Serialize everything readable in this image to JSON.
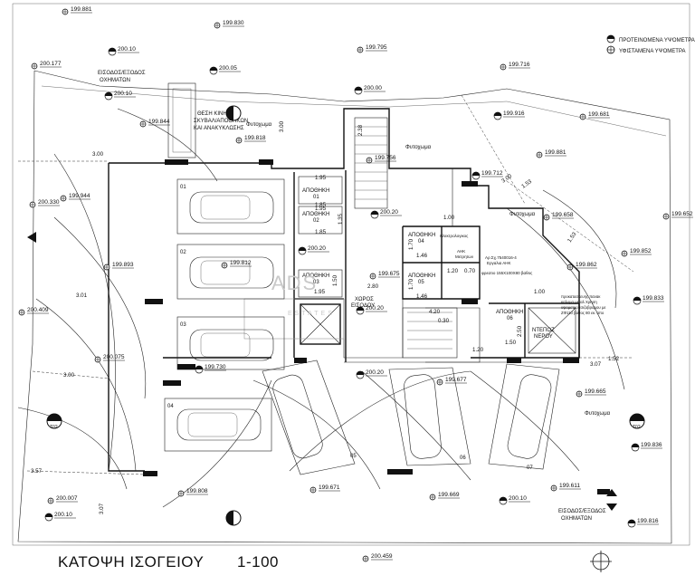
{
  "title": "ΚΑΤΟΨΗ ΙΣΟΓΕΙΟΥ",
  "scale": "1-100",
  "legend": {
    "proposed": "ΠΡΟΤΕΙΝΟΜΕΝΑ ΥΨΟΜΕΤΡΑ",
    "existing": "ΥΦΙΣΤΑΜΕΝΑ ΥΨΟΜΕΤΡΑ"
  },
  "levels": [
    {
      "id": "l1",
      "value": "199.881",
      "kind": "existing"
    },
    {
      "id": "l2",
      "value": "199.830",
      "kind": "existing"
    },
    {
      "id": "l3",
      "value": "200.10",
      "kind": "proposed"
    },
    {
      "id": "l4",
      "value": "200.177",
      "kind": "existing"
    },
    {
      "id": "l5",
      "value": "200.05",
      "kind": "proposed"
    },
    {
      "id": "l6",
      "value": "199.795",
      "kind": "existing"
    },
    {
      "id": "l7",
      "value": "199.716",
      "kind": "existing"
    },
    {
      "id": "l8",
      "value": "200.00",
      "kind": "proposed"
    },
    {
      "id": "l9",
      "value": "200.10",
      "kind": "proposed"
    },
    {
      "id": "l10",
      "value": "199.844",
      "kind": "existing"
    },
    {
      "id": "l11",
      "value": "199.681",
      "kind": "existing"
    },
    {
      "id": "l12",
      "value": "199.916",
      "kind": "proposed"
    },
    {
      "id": "l13",
      "value": "199.818",
      "kind": "existing"
    },
    {
      "id": "l14",
      "value": "199.756",
      "kind": "existing"
    },
    {
      "id": "l15",
      "value": "199.881",
      "kind": "existing"
    },
    {
      "id": "l16",
      "value": "199.712",
      "kind": "proposed"
    },
    {
      "id": "l17",
      "value": "199.944",
      "kind": "existing"
    },
    {
      "id": "l18",
      "value": "200.330",
      "kind": "existing"
    },
    {
      "id": "l19",
      "value": "200.20",
      "kind": "proposed"
    },
    {
      "id": "l20",
      "value": "199.658",
      "kind": "existing"
    },
    {
      "id": "l21",
      "value": "199.652",
      "kind": "existing"
    },
    {
      "id": "l22",
      "value": "200.20",
      "kind": "proposed"
    },
    {
      "id": "l23",
      "value": "199.812",
      "kind": "existing"
    },
    {
      "id": "l24",
      "value": "199.893",
      "kind": "existing"
    },
    {
      "id": "l25",
      "value": "199.852",
      "kind": "existing"
    },
    {
      "id": "l26",
      "value": "199.862",
      "kind": "existing"
    },
    {
      "id": "l27",
      "value": "199.675",
      "kind": "existing"
    },
    {
      "id": "l28",
      "value": "200.20",
      "kind": "proposed"
    },
    {
      "id": "l29",
      "value": "199.833",
      "kind": "proposed"
    },
    {
      "id": "l30",
      "value": "200.409",
      "kind": "existing"
    },
    {
      "id": "l31",
      "value": "200.075",
      "kind": "existing"
    },
    {
      "id": "l32",
      "value": "199.730",
      "kind": "proposed"
    },
    {
      "id": "l33",
      "value": "200.20",
      "kind": "proposed"
    },
    {
      "id": "l34",
      "value": "199.677",
      "kind": "existing"
    },
    {
      "id": "l35",
      "value": "199.665",
      "kind": "existing"
    },
    {
      "id": "l36",
      "value": "199.836",
      "kind": "proposed"
    },
    {
      "id": "l37",
      "value": "199.808",
      "kind": "existing"
    },
    {
      "id": "l38",
      "value": "199.671",
      "kind": "existing"
    },
    {
      "id": "l39",
      "value": "199.669",
      "kind": "existing"
    },
    {
      "id": "l40",
      "value": "200.10",
      "kind": "proposed"
    },
    {
      "id": "l41",
      "value": "199.611",
      "kind": "existing"
    },
    {
      "id": "l42",
      "value": "200.007",
      "kind": "existing"
    },
    {
      "id": "l43",
      "value": "200.10",
      "kind": "proposed"
    },
    {
      "id": "l44",
      "value": "199.816",
      "kind": "proposed"
    },
    {
      "id": "l45",
      "value": "200.459",
      "kind": "existing"
    }
  ],
  "labels": {
    "entrance_top": "ΕΙΣΟΔΟΣ/ΕΞΟΔΟΣ",
    "vehicles_top": "ΟΧΗΜΑΤΩΝ",
    "bins_1": "ΘΕΣΗ ΚΙΝΗΤΩΝ",
    "bins_2": "ΣΚΥΒΑΛ/ΑΠΟΘΗΚΩΝ",
    "bins_3": "ΚΑΙ ΑΝΑΚΥΚΛΩΣΗΣ",
    "plant_1": "Φυτοχωμα",
    "plant_2": "Φυτοχωμα",
    "plant_3": "Φυτοχωμα",
    "plant_4": "Φυτοχωμα",
    "storage_01": "ΑΠΟΘΗΚΗ",
    "storage_01n": "01",
    "storage_02": "ΑΠΟΘΗΚΗ",
    "storage_02n": "02",
    "storage_03": "ΑΠΟΘΗΚΗ",
    "storage_03n": "03",
    "storage_04": "ΑΠΟΘΗΚΗ",
    "storage_04n": "04",
    "storage_05": "ΑΠΟΘΗΚΗ",
    "storage_05n": "05",
    "storage_06": "ΑΠΟΘΗΚΗ",
    "storage_06n": "06",
    "lobby_1": "ΧΩΡΟΣ",
    "lobby_2": "ΕΙΣΟΔΟΥ",
    "meters": "Ηλεκτρολογικος",
    "ahk": "ΑΗΚ",
    "ahk_meters": "Μετρητων",
    "meter_no": "Αρ.Σχ.7540016-4",
    "meter_erg": "Εργαλια ΑΗΚ",
    "pit": "φρεατιο 155Χ100Χ80 βαθος",
    "water_1": "ΝΤΕΠΟΖ",
    "water_2": "ΝΕΡΟΥ",
    "note_1": "προκατασκευης πανακ",
    "note_2": "καλυμα μεταλ Χρηση",
    "note_3": "υψομετρο τσιζοβραμου με",
    "note_4": "ΖΦ110 βαθος 80 εκ. απο",
    "entrance_bottom": "ΕΙΣΟΔΟΣ/ΕΞΟΔΟΣ",
    "vehicles_bottom": "ΟΧΗΜΑΤΩΝ",
    "watermark_1": "ADS",
    "watermark_2": "ESTATES"
  },
  "parking": [
    "01",
    "02",
    "03",
    "04",
    "05",
    "06",
    "07"
  ],
  "dimensions": {
    "d1": "3.00",
    "d2": "3.00",
    "d3": "2.38",
    "d4": "1.95",
    "d5": "1.95",
    "d6": "1.85",
    "d7": "1.85",
    "d8": "1.35",
    "d9": "1.00",
    "d10": "1.70",
    "d11": "1.46",
    "d12": "1.70",
    "d13": "1.46",
    "d14": "1.20",
    "d15": "0.70",
    "d16": "2.80",
    "d17": "1.50",
    "d18": "1.95",
    "d19": "4.20",
    "d20": "0.30",
    "d21": "1.20",
    "d22": "1.50",
    "d23": "2.50",
    "d24": "1.00",
    "d25": "3.00",
    "d26": "1.53",
    "d27": "1.53",
    "d28": "3.01",
    "d29": "3.00",
    "d30": "3.57",
    "d31": "3.07",
    "d32": "3.07",
    "d33": "1.52"
  },
  "sections": {
    "left": "T02",
    "right": "T02"
  }
}
